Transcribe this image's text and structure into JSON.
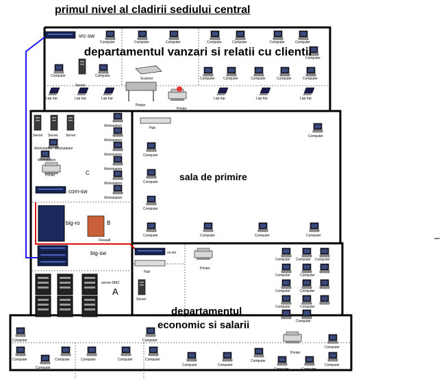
{
  "title": "primul nivel al cladirii sediului central",
  "rooms": {
    "sales": "departamentul vanzari si relatii cu clientii",
    "reception": "sala de primire",
    "economic_1": "departamentul",
    "economic_2": "economic si salarii"
  },
  "labels": {
    "computer": "Computer",
    "laptop": "Lap top",
    "workstation": "Workstation",
    "server": "Server",
    "printer": "Printer",
    "plotter": "Plotter",
    "scanner": "Scanner",
    "hub": "Hub",
    "firewall": "Firewall",
    "vrc_sw": "vrc-sw",
    "com_sw": "com-sw",
    "big_ro": "big-ro",
    "big_sw": "big-sw",
    "es_sw": "es-sw",
    "server_dmz": "server-DMZ",
    "zone_a": "A",
    "zone_b": "B",
    "zone_c": "C"
  },
  "colors": {
    "link_blue": "#1a1aff",
    "link_red": "#e01010",
    "wall": "#000000"
  }
}
